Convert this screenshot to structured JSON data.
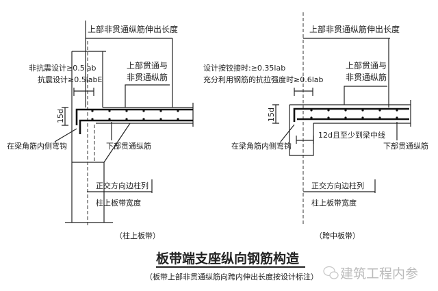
{
  "left": {
    "top_dim": "上部非贯通纵筋伸出长度",
    "anchor_non_seismic": "非抗震设计≥0.5lab",
    "anchor_seismic": "抗震设计≥0.5labE",
    "top_bars": [
      "上部贯通与",
      "非贯通纵筋"
    ],
    "d15": "15d",
    "hook": "在梁角筋内侧弯钩",
    "bottom_bars": "下部贯通纵筋",
    "width_label": [
      "正交方向边柱列",
      "柱上板带宽度"
    ],
    "caption": "（柱上板带）"
  },
  "right": {
    "top_dim": "上部非贯通纵筋伸出长度",
    "anchor_hinged": "设计按铰接时:≥0.35lab",
    "anchor_full": "充分利用钢筋的抗拉强度时≥0.6lab",
    "top_bars": [
      "上部贯通与",
      "非贯通纵筋"
    ],
    "d15": "15d",
    "bottom_anchor": "12d且至少到梁中线",
    "hook": "在梁角筋内侧弯钩",
    "bottom_bars": "下部贯通纵筋",
    "width_label": [
      "正交方向边柱列",
      "柱上板带宽度"
    ],
    "caption": "（跨中板带）"
  },
  "title": "板带端支座纵向钢筋构造",
  "subtitle": "（板带上部非贯通纵筋向跨内伸出长度按设计标注）",
  "watermark": "建筑工程内参"
}
